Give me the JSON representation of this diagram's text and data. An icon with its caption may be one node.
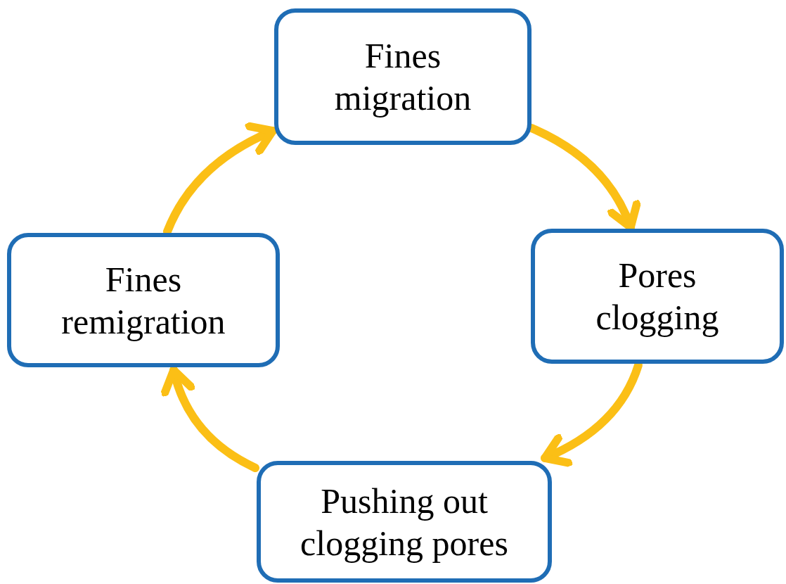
{
  "diagram": {
    "nodes": [
      {
        "text": [
          "Fines migration"
        ]
      },
      {
        "text": [
          "Pores clogging"
        ]
      },
      {
        "text": [
          "Pushing out clogging pores"
        ]
      },
      {
        "text": [
          "Fines remigration"
        ]
      }
    ],
    "edges": [
      {
        "from": 0,
        "to": 1,
        "arrow": "to"
      },
      {
        "from": 1,
        "to": 2,
        "arrow": "to"
      },
      {
        "from": 2,
        "to": 3,
        "arrow": "to"
      },
      {
        "from": 3,
        "to": 0,
        "arrow": "to"
      }
    ]
  }
}
